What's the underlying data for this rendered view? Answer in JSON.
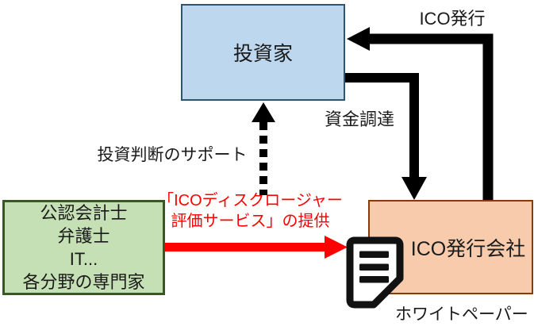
{
  "canvas": {
    "background": "#ffffff"
  },
  "nodes": {
    "investor": {
      "label": "投資家",
      "fill": "#bdd7ee",
      "border": "#2e5570"
    },
    "experts": {
      "lines": [
        "公認会計士",
        "弁護士",
        "IT...",
        "各分野の専門家"
      ],
      "fill": "#c5e0b4",
      "border": "#385723"
    },
    "issuer": {
      "label": "ICO発行会社",
      "fill": "#f7cbac",
      "border": "#843c0c"
    }
  },
  "edges": {
    "ico_issue": {
      "label": "ICO発行",
      "from": "issuer",
      "to": "investor",
      "style": "solid-elbow",
      "color": "#000000"
    },
    "funding": {
      "label": "資金調達",
      "from": "investor",
      "to": "issuer",
      "style": "solid-elbow",
      "color": "#000000"
    },
    "support": {
      "label": "投資判断のサポート",
      "from": "experts",
      "to": "investor",
      "style": "dashed",
      "color": "#000000"
    },
    "service": {
      "label_lines": [
        "「ICOディスクロージャー",
        "評価サービス」の提供"
      ],
      "from": "experts",
      "to": "issuer",
      "style": "solid",
      "color": "#ff0000"
    }
  },
  "annotations": {
    "whitepaper": {
      "label": "ホワイトペーパー",
      "icon": "document-icon",
      "icon_outline": "#111111",
      "icon_page": "#ffffff"
    }
  }
}
